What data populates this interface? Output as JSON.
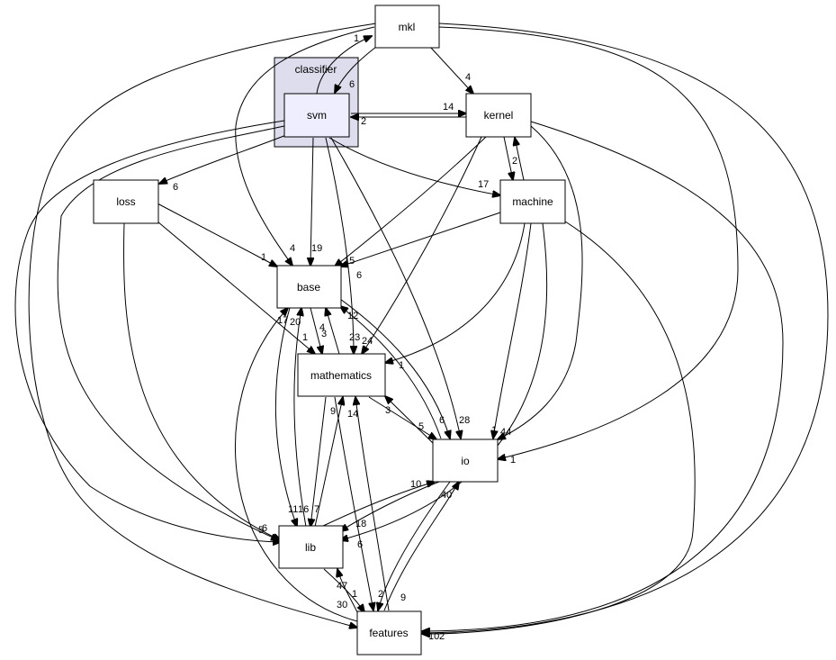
{
  "cluster": {
    "label": "classifier"
  },
  "nodes": {
    "mkl": "mkl",
    "svm": "svm",
    "kernel": "kernel",
    "loss": "loss",
    "machine": "machine",
    "base": "base",
    "mathematics": "mathematics",
    "io": "io",
    "lib": "lib",
    "features": "features"
  },
  "edge_labels": {
    "svm_mkl": "1",
    "mkl_svm": "6",
    "mkl_kernel": "4",
    "svm_kernel": "14",
    "kernel_svm": "2",
    "svm_loss": "6",
    "svm_machine": "17",
    "kernel_machine": "2",
    "mkl_base": "4",
    "svm_base": "19",
    "loss_base": "1",
    "kernel_base": "15",
    "machine_base": "6",
    "loss_math": "17",
    "base_math": "1",
    "math_base_20": "20",
    "math_base_4": "4",
    "math_base_3": "3",
    "svm_math": "23",
    "kernel_math": "24",
    "base_math_12": "12",
    "machine_math": "1",
    "math_io": "3",
    "io_math": "5",
    "base_io": "6",
    "svm_io": "28",
    "machine_io": "1",
    "kernel_io": "44",
    "mkl_io": "1",
    "lib_io": "10",
    "io_lib": "18",
    "machine_lib": "6",
    "base_lib_11": "11",
    "base_lib_16": "16",
    "math_lib": "7",
    "lib_math": "9",
    "features_math": "14",
    "svm_lib": "5",
    "loss_lib": "6",
    "features_io": "40",
    "io_features": "9",
    "features_lib": "47",
    "lib_features_1": "1",
    "lib_features_30": "30",
    "math_features": "2",
    "features_base": "10",
    "mkl_features": "2"
  }
}
